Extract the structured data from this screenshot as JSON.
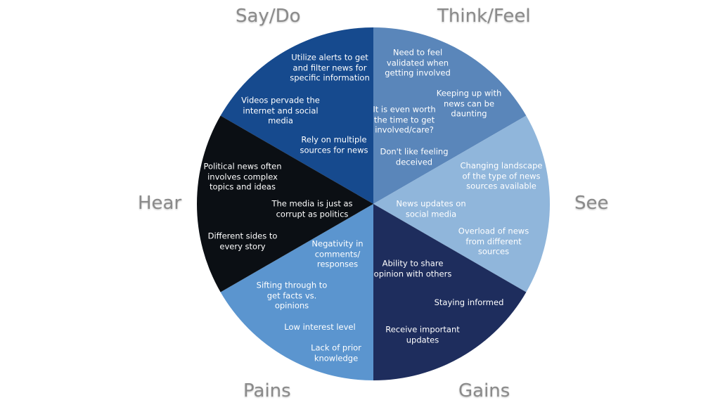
{
  "categories": {
    "say_do": "Say/Do",
    "think_feel": "Think/Feel",
    "see": "See",
    "gains": "Gains",
    "pains": "Pains",
    "hear": "Hear"
  },
  "colors": {
    "say_do": "#164a8e",
    "think_feel": "#5a86ba",
    "see": "#90b6db",
    "gains": "#1e2d5d",
    "pains": "#5b95cf",
    "hear": "#0b0f14"
  },
  "notes": {
    "say_do": [
      "Utilize alerts to get\nand filter news for\nspecific information",
      "Videos pervade the\ninternet and social\nmedia",
      "Rely on multiple\nsources for news"
    ],
    "think_feel": [
      "Need to feel\nvalidated when\ngetting involved",
      "Keeping up with\nnews can be\ndaunting",
      "It is even worth\nthe time to get\ninvolved/care?",
      "Don't like feeling\ndeceived"
    ],
    "see": [
      "Changing landscape\nof the type of news\nsources available",
      "News updates on\nsocial media",
      "Overload of news\nfrom different\nsources"
    ],
    "gains": [
      "Ability to share\nopinion with others",
      "Staying informed",
      "Receive important\nupdates"
    ],
    "pains": [
      "Negativity in\ncomments/\nresponses",
      "Sifting through to\nget facts vs.\nopinions",
      "Low interest level",
      "Lack of prior\nknowledge"
    ],
    "hear": [
      "Political news often\ninvolves complex\ntopics and ideas",
      "The media is just as\ncorrupt as politics",
      "Different sides to\nevery story"
    ]
  }
}
